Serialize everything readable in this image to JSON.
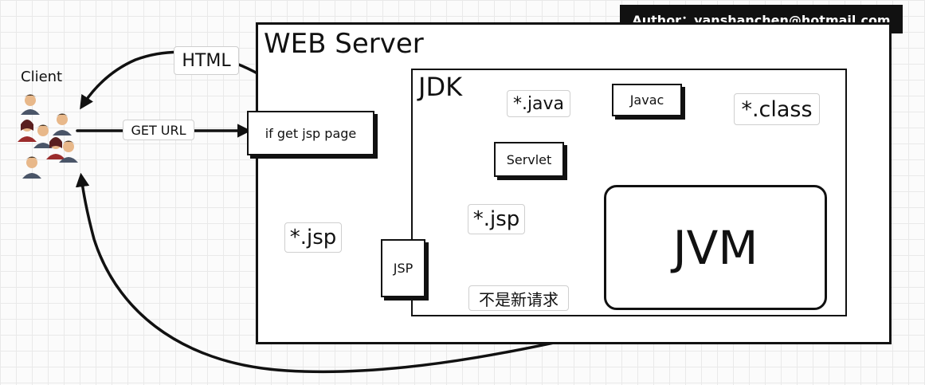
{
  "author_badge": "Author：yanshanchen@hotmail.com",
  "client": {
    "label": "Client",
    "icon": "users-group-icon"
  },
  "web_server": {
    "title": "WEB Server"
  },
  "jdk": {
    "title": "JDK"
  },
  "nodes": {
    "if_get_jsp": "if get jsp page",
    "servlet": "Servlet",
    "javac": "Javac",
    "jsp": "JSP",
    "jvm": "JVM"
  },
  "edge_labels": {
    "html": "HTML",
    "get_url": "GET URL",
    "jsp_file_1": "*.jsp",
    "jsp_file_2": "*.jsp",
    "java_file": "*.java",
    "class_file": "*.class",
    "not_new_request": "不是新请求"
  },
  "colors": {
    "ink": "#111111",
    "paper": "#ffffff",
    "grid": "#e9e9e9"
  }
}
